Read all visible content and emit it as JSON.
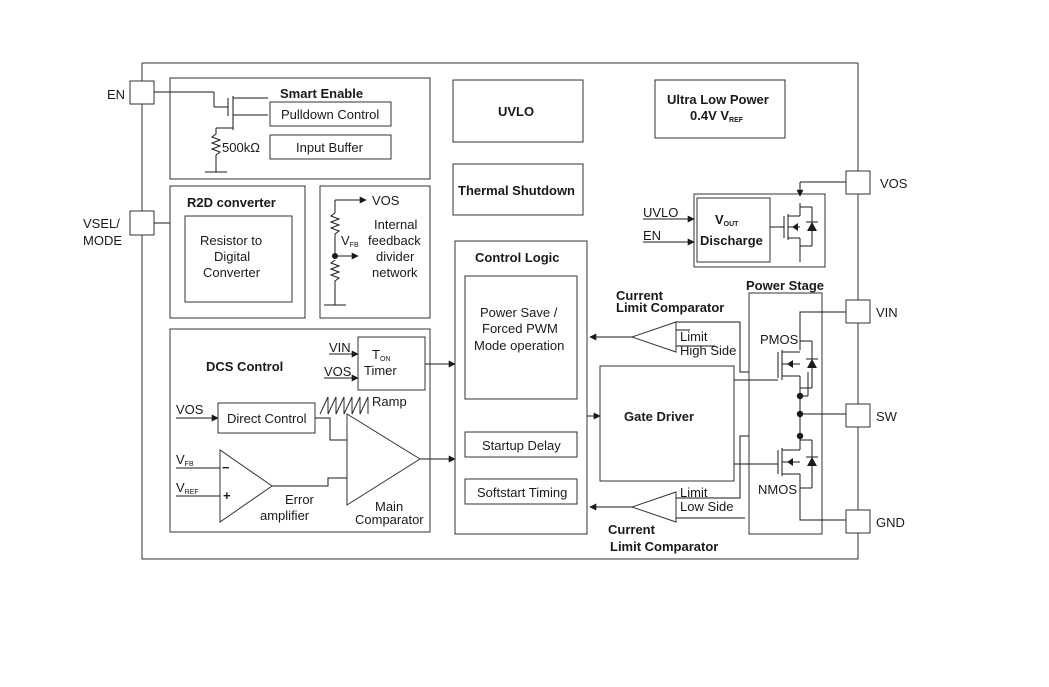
{
  "pins": {
    "en": "EN",
    "vsel_mode_1": "VSEL/",
    "vsel_mode_2": "MODE",
    "vos": "VOS",
    "vin": "VIN",
    "sw": "SW",
    "gnd": "GND"
  },
  "smart_enable": {
    "title": "Smart Enable",
    "pulldown": "Pulldown Control",
    "input_buffer": "Input Buffer",
    "resistor": "500kΩ"
  },
  "uvlo": {
    "label": "UVLO"
  },
  "ulp": {
    "line1": "Ultra Low Power",
    "line2_main": "0.4V V",
    "line2_sub": "REF"
  },
  "thermal": {
    "label": "Thermal Shutdown"
  },
  "r2d": {
    "title": "R2D converter",
    "line1": "Resistor to",
    "line2": "Digital",
    "line3": "Converter"
  },
  "feedback": {
    "vos": "VOS",
    "vfb_main": "V",
    "vfb_sub": "FB",
    "line1": "Internal",
    "line2": "feedback",
    "line3": "divider",
    "line4": "network"
  },
  "vout_discharge": {
    "uvlo": "UVLO",
    "en": "EN",
    "line1_main": "V",
    "line1_sub": "OUT",
    "line2": "Discharge"
  },
  "control_logic": {
    "title": "Control Logic",
    "ps1": "Power Save /",
    "ps2": "Forced PWM",
    "ps3": "Mode operation",
    "startup": "Startup Delay",
    "softstart": "Softstart Timing"
  },
  "dcs": {
    "title": "DCS Control",
    "vin": "VIN",
    "vos": "VOS",
    "ton_main": "T",
    "ton_sub": "ON",
    "timer": "Timer",
    "vos_in": "VOS",
    "direct": "Direct Control",
    "ramp": "Ramp",
    "vfb_main": "V",
    "vfb_sub": "FB",
    "vref_main": "V",
    "vref_sub": "REF",
    "minus": "−",
    "plus": "+",
    "error1": "Error",
    "error2": "amplifier",
    "main1": "Main",
    "main2": "Comparator"
  },
  "gate_driver": {
    "label": "Gate Driver"
  },
  "clc_high": {
    "title1": "Current",
    "title2": "Limit Comparator",
    "limit": "Limit",
    "side": "High Side"
  },
  "clc_low": {
    "title1": "Current",
    "title2": "Limit Comparator",
    "limit": "Limit",
    "side": "Low Side"
  },
  "power_stage": {
    "title": "Power Stage",
    "pmos": "PMOS",
    "nmos": "NMOS"
  }
}
